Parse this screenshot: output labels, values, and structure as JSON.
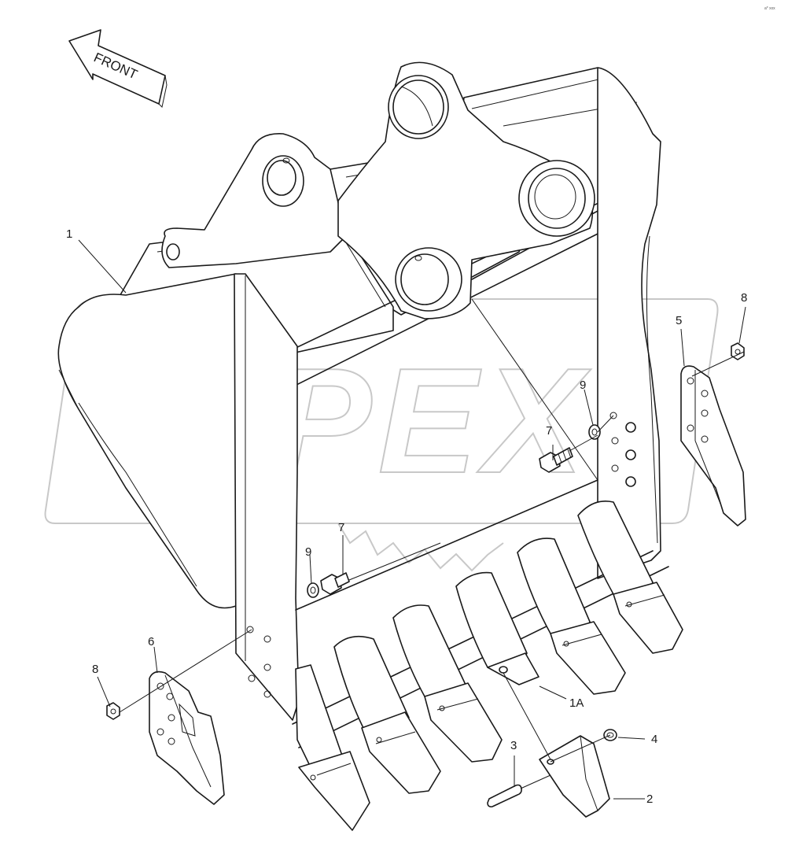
{
  "direction_arrow": {
    "text": "FRONT"
  },
  "watermark": {
    "text": "OPEX"
  },
  "corner_mark": {
    "text": "a* xxx"
  },
  "callouts": [
    {
      "id": "c1",
      "text": "1"
    },
    {
      "id": "c2",
      "text": "2"
    },
    {
      "id": "c3",
      "text": "3"
    },
    {
      "id": "c4",
      "text": "4"
    },
    {
      "id": "c5",
      "text": "5"
    },
    {
      "id": "c6",
      "text": "6"
    },
    {
      "id": "c7a",
      "text": "7"
    },
    {
      "id": "c7b",
      "text": "7"
    },
    {
      "id": "c8a",
      "text": "8"
    },
    {
      "id": "c8b",
      "text": "8"
    },
    {
      "id": "c9a",
      "text": "9"
    },
    {
      "id": "c9b",
      "text": "9"
    },
    {
      "id": "c1A",
      "text": "1A"
    }
  ],
  "colors": {
    "line": "#1a1a1a",
    "watermark": "#c8c8c8",
    "background": "#ffffff"
  },
  "icons": [
    "front-arrow-icon"
  ]
}
